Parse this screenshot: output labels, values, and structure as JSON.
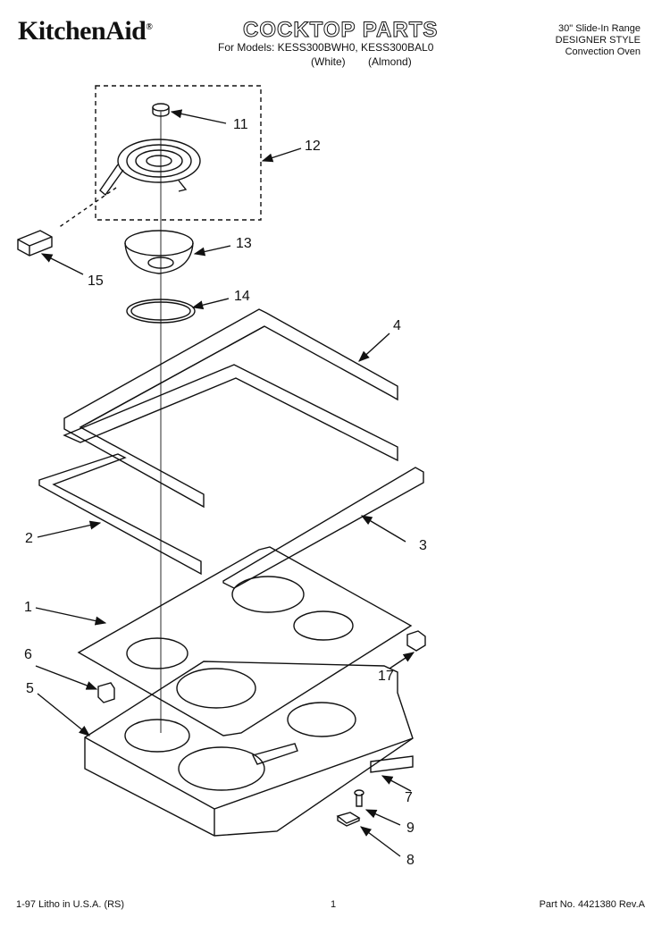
{
  "header": {
    "brand": "KitchenAid",
    "brand_mark": "®",
    "title": "COCKTOP PARTS",
    "models_line": "For Models: KESS300BWH0, KESS300BAL0",
    "color_white": "(White)",
    "color_almond": "(Almond)",
    "range_type": "30\" Slide-In Range",
    "style": "DESIGNER STYLE",
    "oven": "Convection Oven"
  },
  "callouts": {
    "c1": "1",
    "c2": "2",
    "c3": "3",
    "c4": "4",
    "c5": "5",
    "c6": "6",
    "c7": "7",
    "c8": "8",
    "c9": "9",
    "c11": "11",
    "c12": "12",
    "c13": "13",
    "c14": "14",
    "c15": "15",
    "c17": "17"
  },
  "footer": {
    "litho": "1-97 Litho in U.S.A. (RS)",
    "page": "1",
    "part_no": "Part No. 4421380 Rev.A"
  }
}
